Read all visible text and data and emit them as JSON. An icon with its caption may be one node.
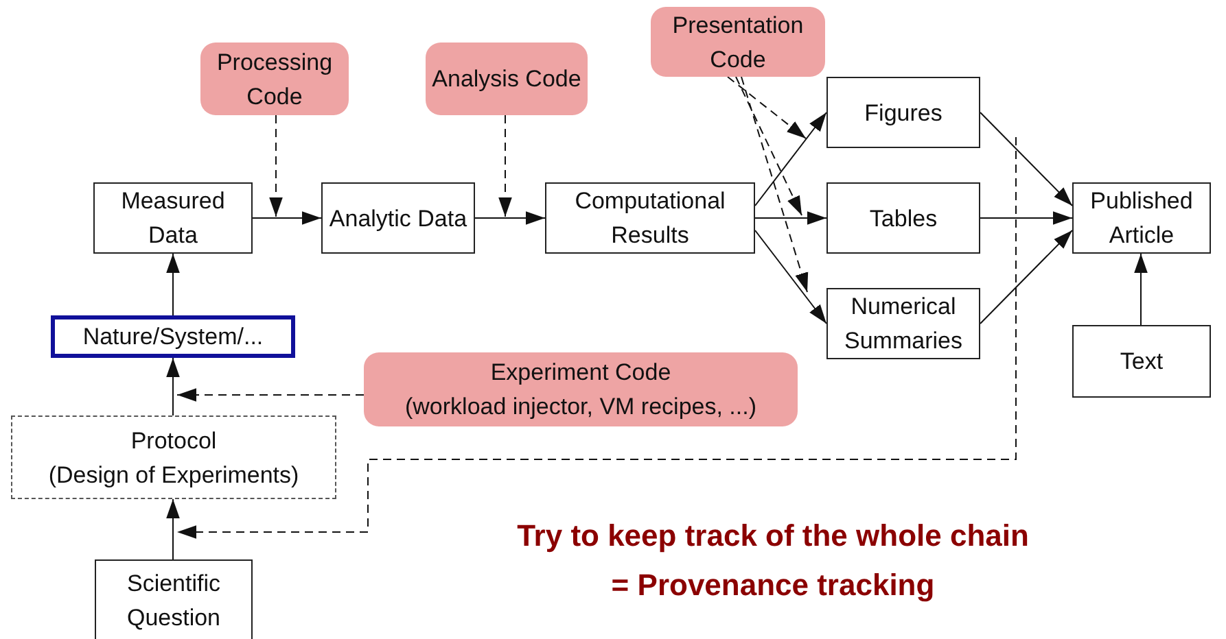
{
  "diagram": {
    "nodes": [
      {
        "text": [
          "Processing Code"
        ]
      },
      {
        "text": [
          "Analysis Code"
        ]
      },
      {
        "text": [
          "Presentation Code"
        ]
      },
      {
        "text": [
          "Measured Data"
        ]
      },
      {
        "text": [
          "Analytic Data"
        ]
      },
      {
        "text": [
          "Computational Results"
        ]
      },
      {
        "text": [
          "Figures"
        ]
      },
      {
        "text": [
          "Tables"
        ]
      },
      {
        "text": [
          "Numerical Summaries"
        ]
      },
      {
        "text": [
          "Published Article"
        ]
      },
      {
        "text": [
          "Nature/System/..."
        ]
      },
      {
        "text": [
          "Experiment Code",
          "(workload injector, VM recipes, ...)"
        ]
      },
      {
        "text": [
          "Protocol",
          "(Design of Experiments)"
        ]
      },
      {
        "text": [
          "Text"
        ]
      },
      {
        "text": [
          "Scientific Question"
        ]
      }
    ],
    "edges": [
      {
        "from": 3,
        "to": 4,
        "arrow": "to"
      },
      {
        "from": 4,
        "to": 5,
        "arrow": "to"
      },
      {
        "from": 5,
        "to": 6,
        "arrow": "to"
      },
      {
        "from": 5,
        "to": 7,
        "arrow": "to"
      },
      {
        "from": 5,
        "to": 8,
        "arrow": "to"
      },
      {
        "from": 6,
        "to": 9,
        "arrow": "to"
      },
      {
        "from": 7,
        "to": 9,
        "arrow": "to"
      },
      {
        "from": 8,
        "to": 9,
        "arrow": "to"
      },
      {
        "from": 13,
        "to": 9,
        "arrow": "to"
      },
      {
        "from": 10,
        "to": 3,
        "arrow": "to"
      },
      {
        "from": 12,
        "to": 10,
        "arrow": "to"
      },
      {
        "from": 14,
        "to": 12,
        "arrow": "to"
      },
      {
        "from": 0,
        "to": 3,
        "arrow": "to",
        "style": "dashed"
      },
      {
        "from": 1,
        "to": 4,
        "arrow": "to",
        "style": "dashed"
      },
      {
        "from": 2,
        "to": 6,
        "arrow": "to",
        "style": "dashed"
      },
      {
        "from": 2,
        "to": 7,
        "arrow": "to",
        "style": "dashed"
      },
      {
        "from": 2,
        "to": 8,
        "arrow": "to",
        "style": "dashed"
      },
      {
        "from": 11,
        "to": 12,
        "arrow": "to",
        "style": "dashed"
      },
      {
        "from": null,
        "to": 12,
        "arrow": "to",
        "style": "dashed"
      }
    ],
    "labels": [
      "Try to keep track of the whole chain",
      "= Provenance tracking"
    ]
  }
}
